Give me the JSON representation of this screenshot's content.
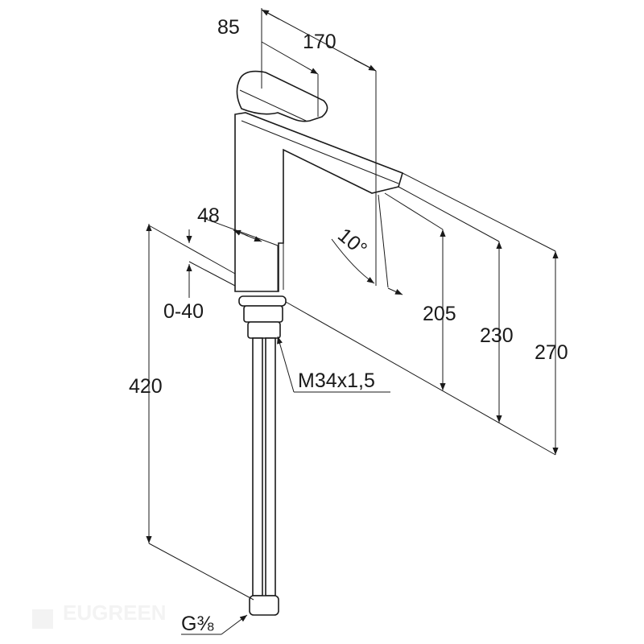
{
  "dimensions": {
    "d85": "85",
    "d170": "170",
    "d48": "48",
    "d0_40": "0-40",
    "d420": "420",
    "d205": "205",
    "d230": "230",
    "d270": "270",
    "angle": "10°",
    "thread": "M34x1,5",
    "connection": "G⅜"
  },
  "watermark": "EUGREEN",
  "colors": {
    "line": "#1a1a1a",
    "background": "#ffffff"
  }
}
